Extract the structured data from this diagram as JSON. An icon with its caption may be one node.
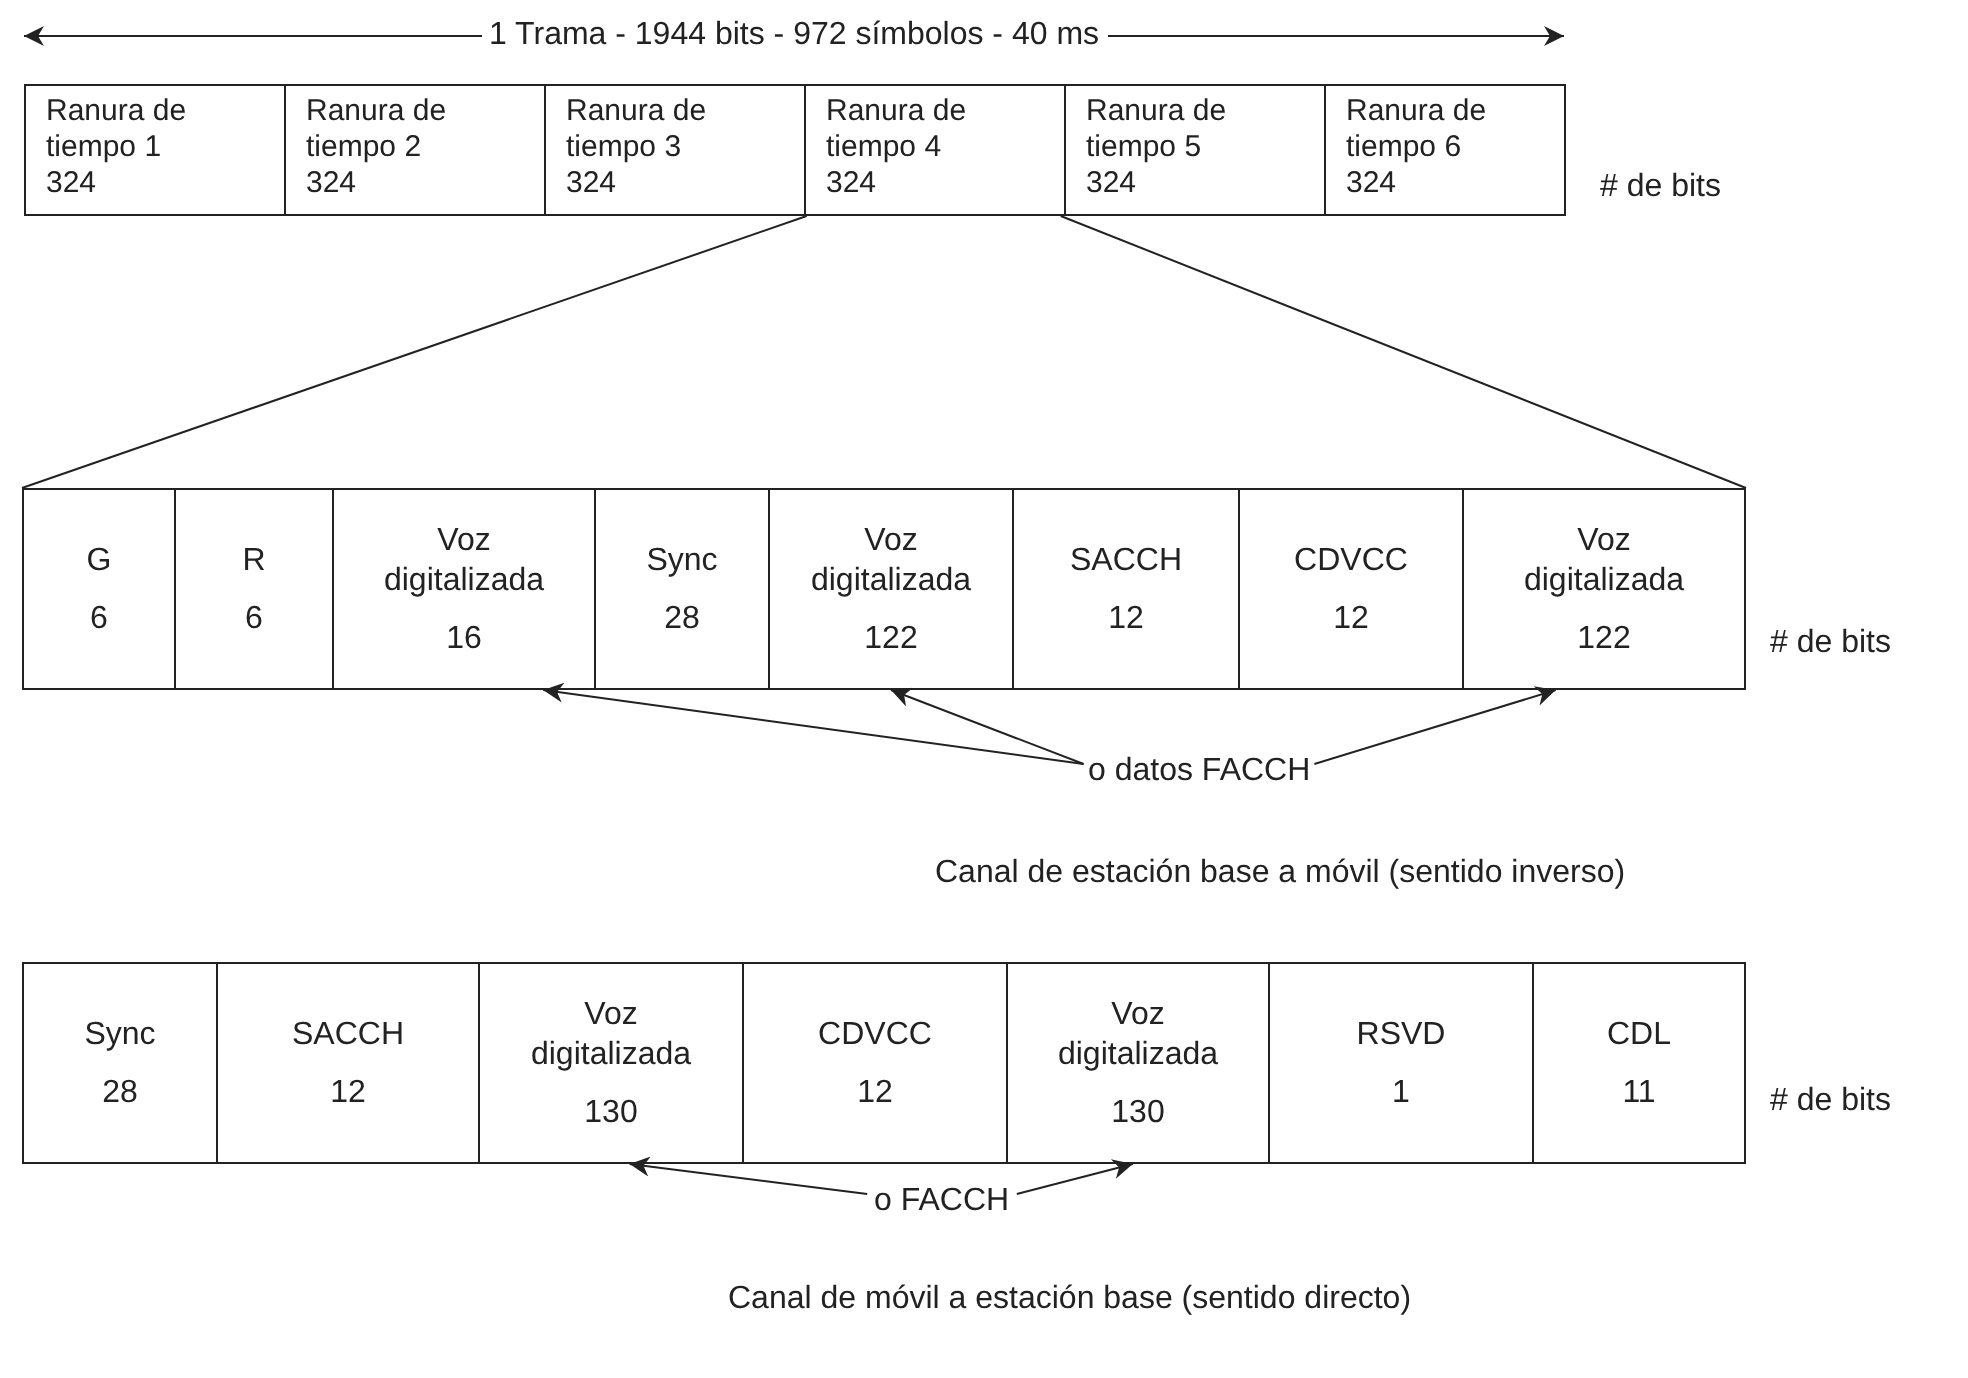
{
  "diagram": {
    "nodes": [
      {
        "text": [
          "Ranura de tiempo 1",
          "324"
        ]
      },
      {
        "text": [
          "Ranura de tiempo 2",
          "324"
        ]
      },
      {
        "text": [
          "Ranura de tiempo 3",
          "324"
        ]
      },
      {
        "text": [
          "Ranura de tiempo 4",
          "324"
        ]
      },
      {
        "text": [
          "Ranura de tiempo 5",
          "324"
        ]
      },
      {
        "text": [
          "Ranura de tiempo 6",
          "324"
        ]
      },
      {
        "text": [
          "G",
          "6"
        ]
      },
      {
        "text": [
          "R",
          "6"
        ]
      },
      {
        "text": [
          "Voz digitalizada",
          "16"
        ]
      },
      {
        "text": [
          "Sync",
          "28"
        ]
      },
      {
        "text": [
          "Voz digitalizada",
          "122"
        ]
      },
      {
        "text": [
          "SACCH",
          "12"
        ]
      },
      {
        "text": [
          "CDVCC",
          "12"
        ]
      },
      {
        "text": [
          "Voz digitalizada",
          "122"
        ]
      },
      {
        "text": [
          "o datos FACCH"
        ]
      },
      {
        "text": [
          "Sync",
          "28"
        ]
      },
      {
        "text": [
          "SACCH",
          "12"
        ]
      },
      {
        "text": [
          "Voz digitalizada",
          "130"
        ]
      },
      {
        "text": [
          "CDVCC",
          "12"
        ]
      },
      {
        "text": [
          "Voz digitalizada",
          "130"
        ]
      },
      {
        "text": [
          "RSVD",
          "1"
        ]
      },
      {
        "text": [
          "CDL",
          "11"
        ]
      },
      {
        "text": [
          "o FACCH"
        ]
      }
    ],
    "edges": [
      {
        "from": 3,
        "to": 6,
        "arrow": "none"
      },
      {
        "from": 3,
        "to": 13,
        "arrow": "none"
      },
      {
        "from": 14,
        "to": 8,
        "arrow": "to"
      },
      {
        "from": 14,
        "to": 10,
        "arrow": "to"
      },
      {
        "from": 14,
        "to": 13,
        "arrow": "to"
      },
      {
        "from": 22,
        "to": 17,
        "arrow": "to"
      },
      {
        "from": 22,
        "to": 19,
        "arrow": "to"
      }
    ],
    "labels": [
      "1 Trama - 1944 bits - 972 símbolos - 40 ms",
      "# de bits",
      "# de bits",
      "Canal de estación base a móvil (sentido inverso)",
      "# de bits",
      "Canal de móvil a estación base (sentido directo)"
    ]
  }
}
